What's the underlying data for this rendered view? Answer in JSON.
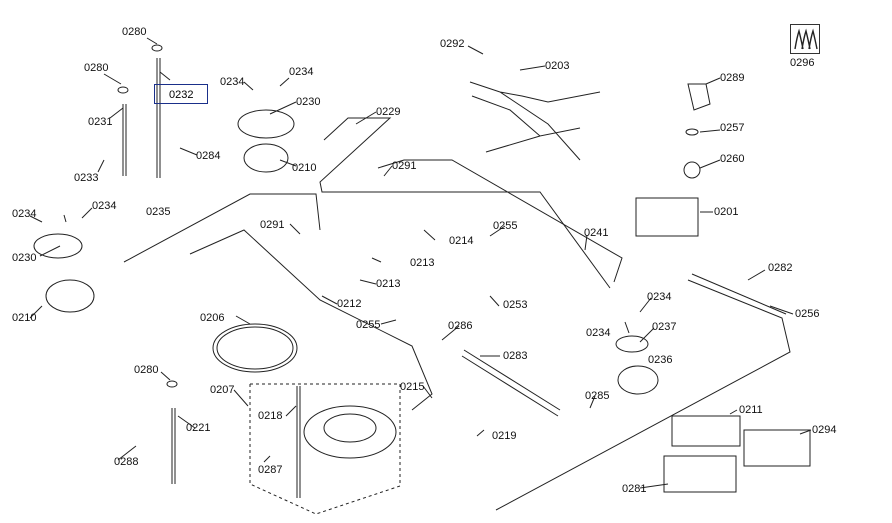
{
  "diagram": {
    "part_labels": [
      "0280",
      "0280",
      "0232",
      "0231",
      "0233",
      "0284",
      "0234",
      "0234",
      "0230",
      "0210",
      "0292",
      "0203",
      "0296",
      "0289",
      "0257",
      "0260",
      "0229",
      "0291",
      "0201",
      "0235",
      "0234",
      "0234",
      "0230",
      "0210",
      "0291",
      "0214",
      "0255",
      "0213",
      "0241",
      "0213",
      "0212",
      "0253",
      "0282",
      "0206",
      "0286",
      "0255",
      "0234",
      "0237",
      "0234",
      "0256",
      "0236",
      "0283",
      "0280",
      "0207",
      "0215",
      "0285",
      "0218",
      "0211",
      "0221",
      "0219",
      "0294",
      "0288",
      "0287",
      "0281"
    ],
    "highlighted_label": "0232"
  }
}
